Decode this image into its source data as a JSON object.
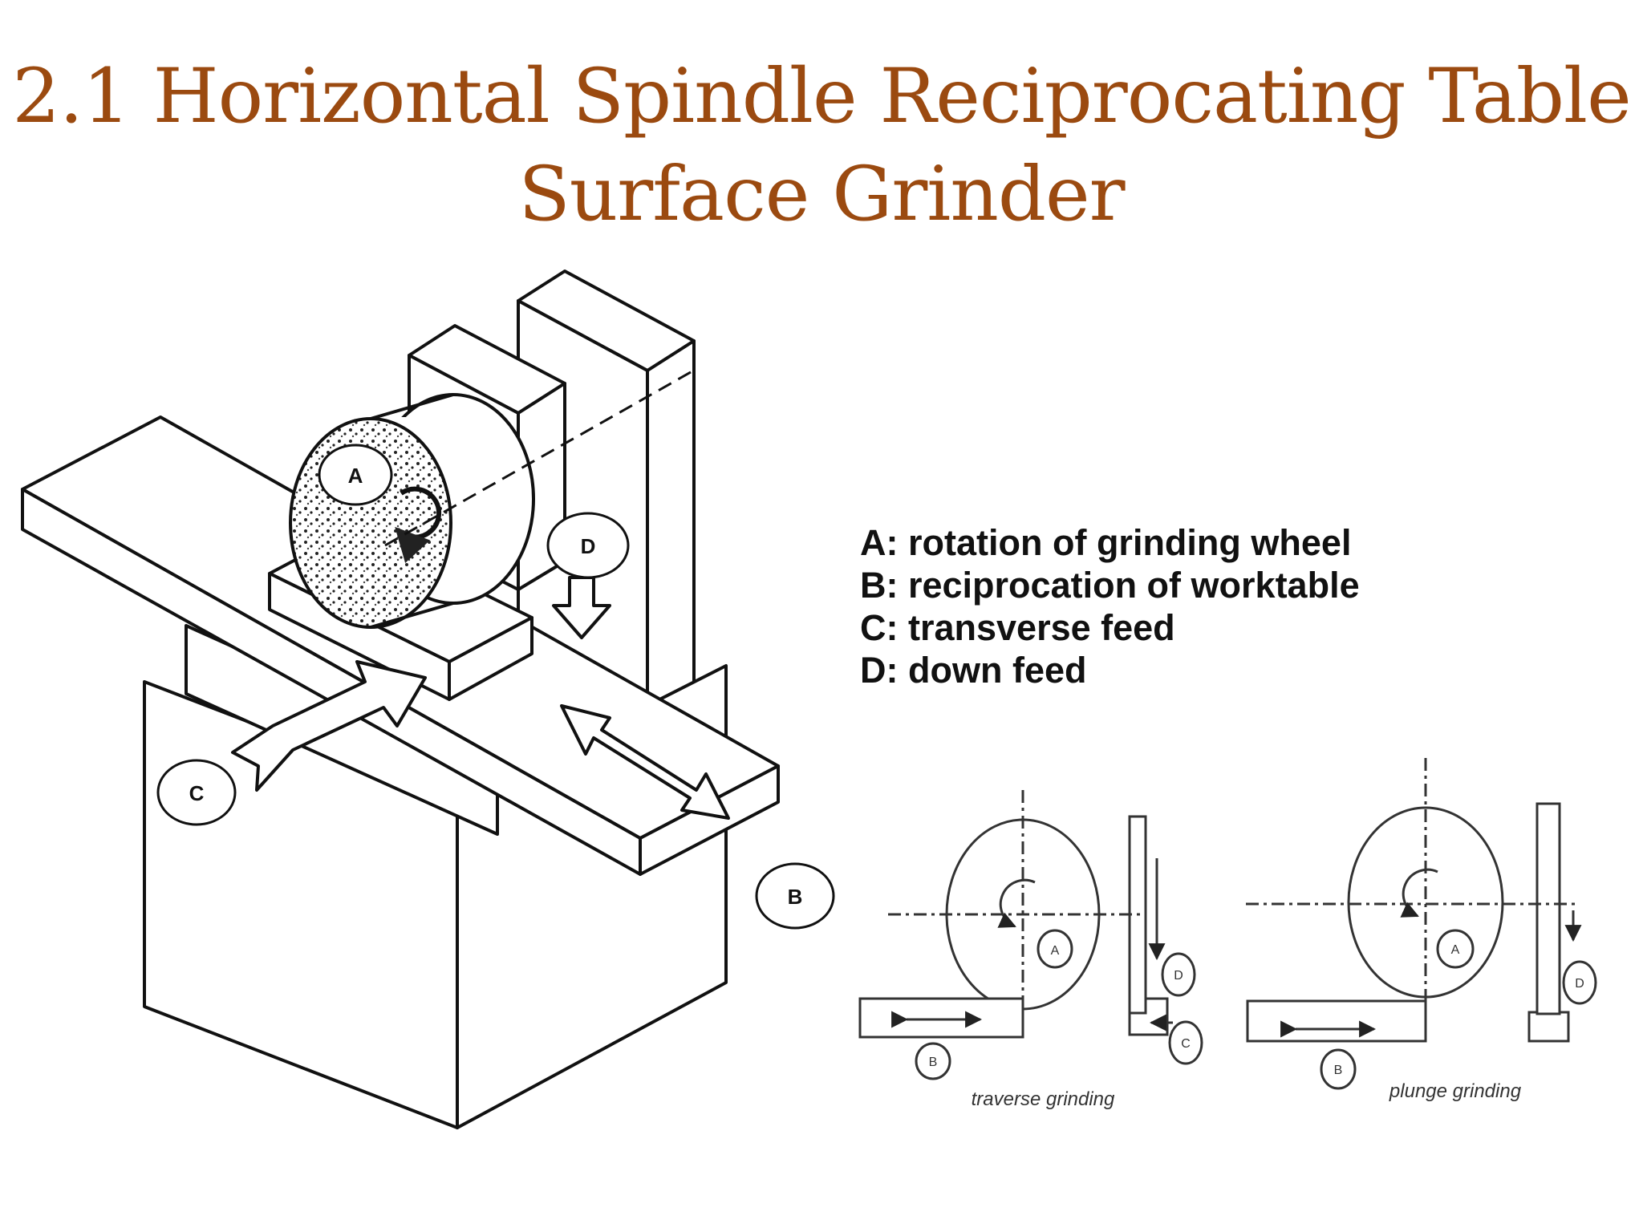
{
  "title": {
    "line1": "2.1 Horizontal Spindle Reciprocating Table",
    "line2": "Surface Grinder"
  },
  "machine_labels": {
    "a": "A",
    "b": "B",
    "c": "C",
    "d": "D"
  },
  "legend": [
    "A: rotation of grinding wheel",
    "B: reciprocation of worktable",
    "C: transverse feed",
    "D: down feed"
  ],
  "traverse": {
    "a": "A",
    "b": "B",
    "c": "C",
    "d": "D",
    "caption": "traverse grinding"
  },
  "plunge": {
    "a": "A",
    "b": "B",
    "d": "D",
    "caption": "plunge grinding"
  },
  "colors": {
    "title": "#9b4a10",
    "ink": "#111111"
  }
}
